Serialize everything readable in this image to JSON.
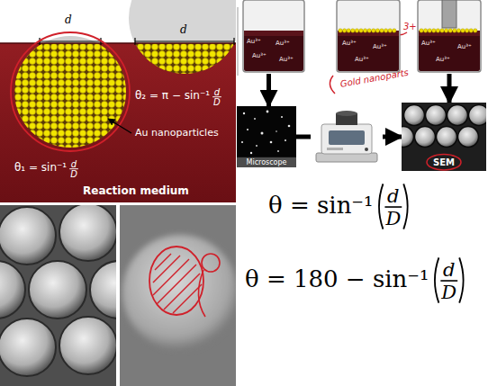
{
  "diagram": {
    "nodes": [
      {
        "text": [
          "Au³⁺",
          "Au³⁺",
          "Au³⁺",
          "Au³⁺"
        ]
      },
      {
        "text": [
          "Au³⁺",
          "Au³⁺",
          "Au³⁺"
        ]
      },
      {
        "text": [
          "Au³⁺",
          "Au³⁺",
          "Au³⁺"
        ]
      },
      {
        "text": [
          "Microscope"
        ]
      },
      {
        "text": [
          "SEM"
        ]
      }
    ],
    "edges": [
      {
        "from": 0,
        "to": 3,
        "arrow": "to"
      },
      {
        "from": 3,
        "to": 4,
        "arrow": "to"
      },
      {
        "from": 2,
        "to": 4,
        "arrow": "to"
      }
    ],
    "labels": [
      "d",
      "d",
      "θ₁ = sin⁻¹",
      "d",
      "D",
      "θ₂ = π − sin⁻¹",
      "d",
      "D",
      "Au nanoparticles",
      "Reaction medium",
      "θ = sin⁻¹",
      "d",
      "D",
      "θ = 180 − sin⁻¹",
      "d",
      "D",
      "Gold nanoparts",
      "3+"
    ]
  }
}
